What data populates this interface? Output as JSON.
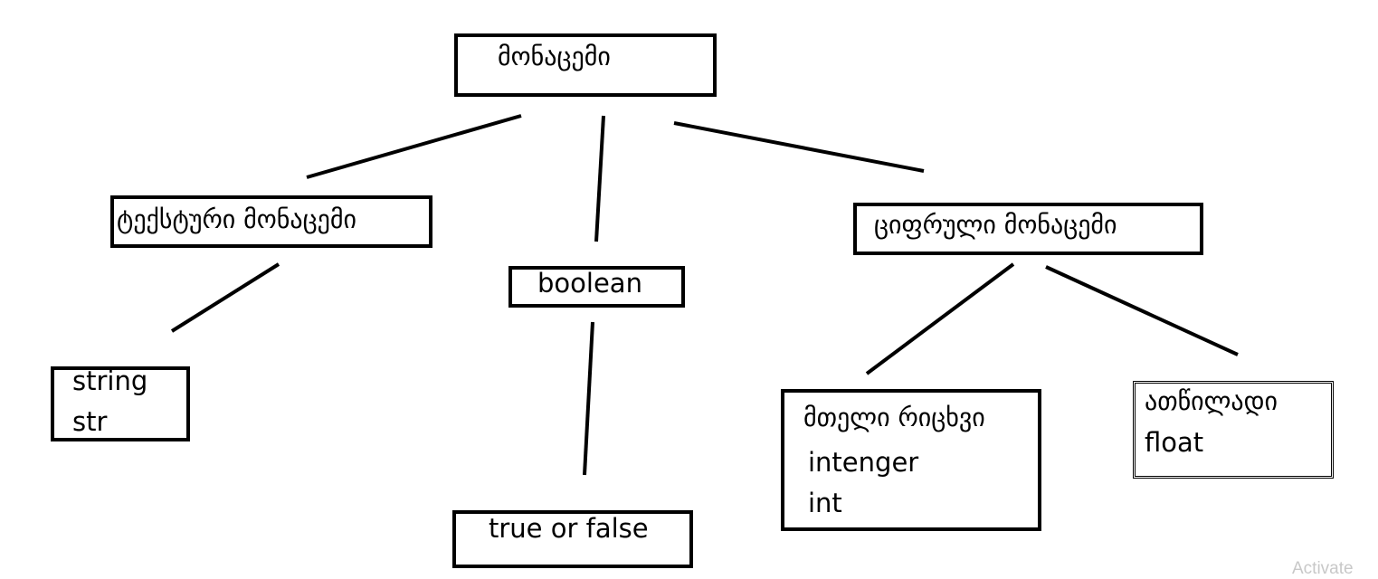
{
  "root": {
    "label": "მონაცემი"
  },
  "categories": {
    "text": {
      "label": "ტექსტური მონაცემი",
      "child_lines": [
        "string",
        "str"
      ]
    },
    "boolean": {
      "label": "boolean",
      "child_lines": [
        "true or false"
      ]
    },
    "numeric": {
      "label": "ციფრული მონაცემი",
      "children": {
        "integer": {
          "lines": [
            "მთელი რიცხვი",
            "intenger",
            "int"
          ]
        },
        "float": {
          "lines": [
            "ათწილადი",
            "float"
          ]
        }
      }
    }
  },
  "watermark": "Activate",
  "colors": {
    "line": "#000000",
    "background": "#ffffff",
    "watermark": "#c8c8c8"
  }
}
